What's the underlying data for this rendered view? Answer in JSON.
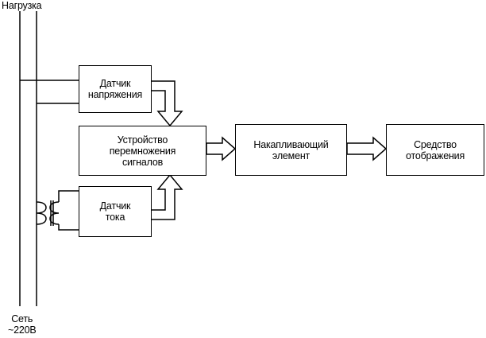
{
  "labels": {
    "load": "Нагрузка",
    "mains": "Сеть\n~220В"
  },
  "blocks": {
    "voltage_sensor": "Датчик\nнапряжения",
    "current_sensor": "Датчик\nтока",
    "multiplier": "Устройство\nперемножения\nсигналов",
    "accumulator": "Накапливающий\nэлемент",
    "display": "Средство\nотображения"
  }
}
